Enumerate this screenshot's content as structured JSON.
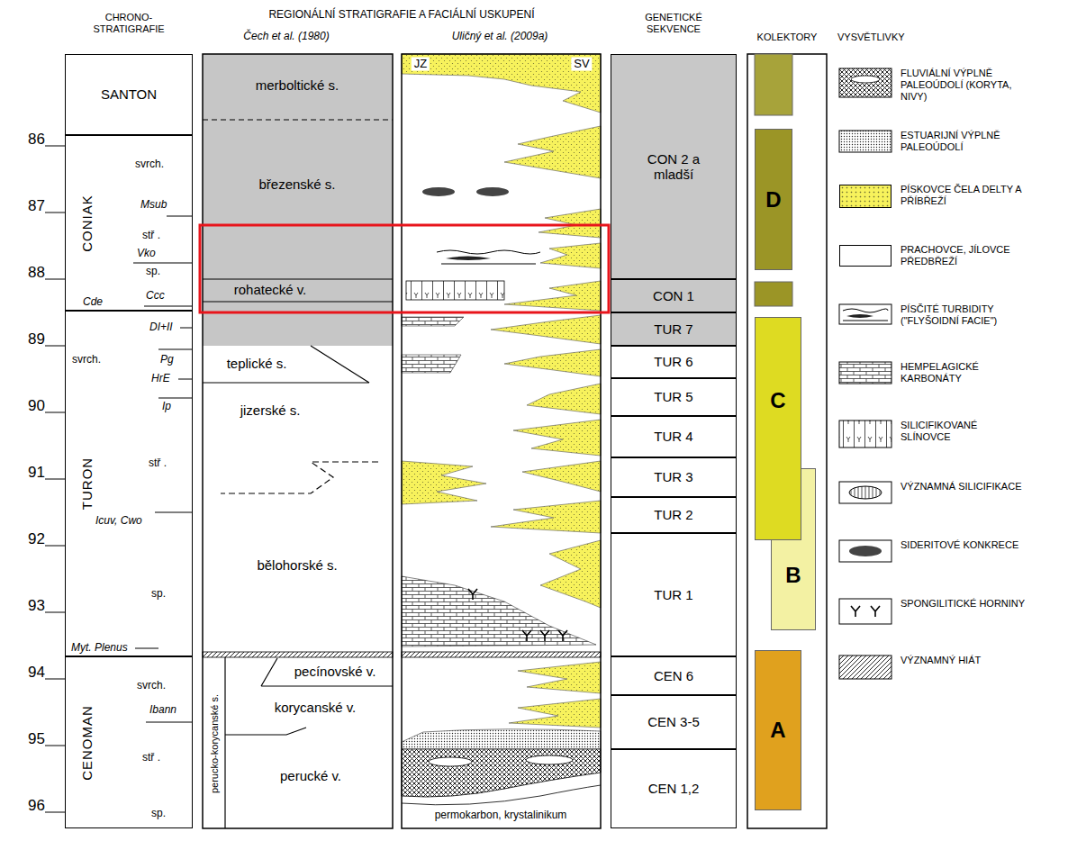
{
  "diagram": {
    "nodes": [
      {
        "text": [
          "SANTON"
        ]
      },
      {
        "text": [
          "CONIAK"
        ]
      },
      {
        "text": [
          "TURON"
        ]
      },
      {
        "text": [
          "CENOMAN"
        ]
      },
      {
        "text": [
          "CON 2 a mladší"
        ]
      },
      {
        "text": [
          "CON 1"
        ]
      },
      {
        "text": [
          "TUR 7"
        ]
      },
      {
        "text": [
          "TUR 6"
        ]
      },
      {
        "text": [
          "TUR 5"
        ]
      },
      {
        "text": [
          "TUR 4"
        ]
      },
      {
        "text": [
          "TUR 3"
        ]
      },
      {
        "text": [
          "TUR 2"
        ]
      },
      {
        "text": [
          "TUR 1"
        ]
      },
      {
        "text": [
          "CEN 6"
        ]
      },
      {
        "text": [
          "CEN 3-5"
        ]
      },
      {
        "text": [
          "CEN 1,2"
        ]
      },
      {
        "text": [
          "D"
        ]
      },
      {
        "text": [
          "C"
        ]
      },
      {
        "text": [
          "B"
        ]
      },
      {
        "text": [
          "A"
        ]
      }
    ],
    "labels": [
      "CHRONO- STRATIGRAFIE",
      "REGIONÁLNÍ STRATIGRAFIE A FACIÁLNÍ USKUPENÍ",
      "Čech et al. (1980)",
      "Uličný et al. (2009a)",
      "GENETICKÉ SEKVENCE",
      "KOLEKTORY",
      "VYSVĚTLIVKY",
      "86",
      "87",
      "88",
      "89",
      "90",
      "91",
      "92",
      "93",
      "94",
      "95",
      "96",
      "svrch.",
      "Msub",
      "stř .",
      "Vko",
      "sp.",
      "Ccc",
      "Cde",
      "DI+II",
      "svrch.",
      "Pg",
      "HrE",
      "Ip",
      "stř .",
      "Icuv, Cwo",
      "sp.",
      "Myt. Plenus",
      "svrch.",
      "Ibann",
      "stř .",
      "sp.",
      "merboltické s.",
      "březenské s.",
      "rohatecké v.",
      "teplické s.",
      "jizerské s.",
      "bělohorské s.",
      "pecínovské v.",
      "korycanské v.",
      "perucké v.",
      "perucko-korycanské s.",
      "JZ",
      "SV",
      "permokarbon, krystalinikum"
    ],
    "legend": [
      {
        "text": "FLUVIÁLNÍ VÝPLNĚ PALEOÚDOLÍ (KORYTA, NIVY)"
      },
      {
        "text": "ESTUARIJNÍ VÝPLNĚ PALEOÚDOLÍ"
      },
      {
        "text": "PÍSKOVCE ČELA DELTY A PŘÍBŘEŽÍ",
        "color": "#f7f25c"
      },
      {
        "text": "PRACHOVCE, JÍLOVCE PŘEDBŘEŽÍ",
        "color": "#ffffff"
      },
      {
        "text": "PÍSČITÉ TURBIDITY (\"FLYŠOIDNÍ FACIE\")"
      },
      {
        "text": "HEMPELAGICKÉ KARBONÁTY"
      },
      {
        "text": "SILICIFIKOVANÉ SLÍNOVCE"
      },
      {
        "text": "VÝZNAMNÁ SILICIFIKACE"
      },
      {
        "text": "SIDERITOVÉ KONKRECE"
      },
      {
        "text": "SPONGILITICKÉ HORNINY"
      },
      {
        "text": "VÝZNAMNÝ HIÁT"
      }
    ]
  }
}
